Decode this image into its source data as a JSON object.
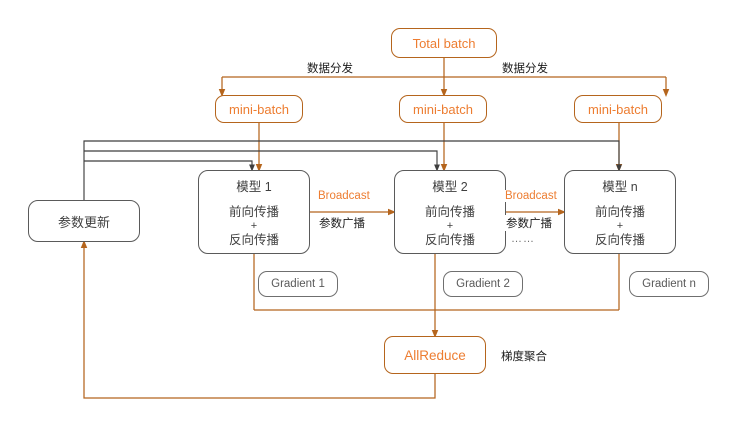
{
  "diagram": {
    "title_node": {
      "label": "Total batch"
    },
    "minibatches": [
      {
        "label": "mini-batch"
      },
      {
        "label": "mini-batch"
      },
      {
        "label": "mini-batch"
      }
    ],
    "models": [
      {
        "title": "模型 1",
        "forward": "前向传播",
        "plus": "+",
        "backward": "反向传播"
      },
      {
        "title": "模型 2",
        "forward": "前向传播",
        "plus": "+",
        "backward": "反向传播"
      },
      {
        "title": "模型 n",
        "forward": "前向传播",
        "plus": "+",
        "backward": "反向传播"
      }
    ],
    "gradients": [
      {
        "label": "Gradient 1"
      },
      {
        "label": "Gradient 2"
      },
      {
        "label": "Gradient n"
      }
    ],
    "param_update": {
      "label": "参数更新"
    },
    "allreduce": {
      "label": "AllReduce"
    },
    "edge_labels": {
      "distribute_1": "数据分发",
      "distribute_2": "数据分发",
      "broadcast_1_en": "Broadcast",
      "broadcast_1_cn": "参数广播",
      "broadcast_2_en": "Broadcast",
      "broadcast_2_cn": "参数广播",
      "broadcast_ellipsis": "……",
      "aggregate": "梯度聚合"
    },
    "colors": {
      "accent_text": "#ed7d31",
      "accent_line": "#b5651d",
      "neutral_line": "#3f3f3f",
      "neutral_text": "#3f3f3f",
      "background": "#ffffff"
    }
  }
}
